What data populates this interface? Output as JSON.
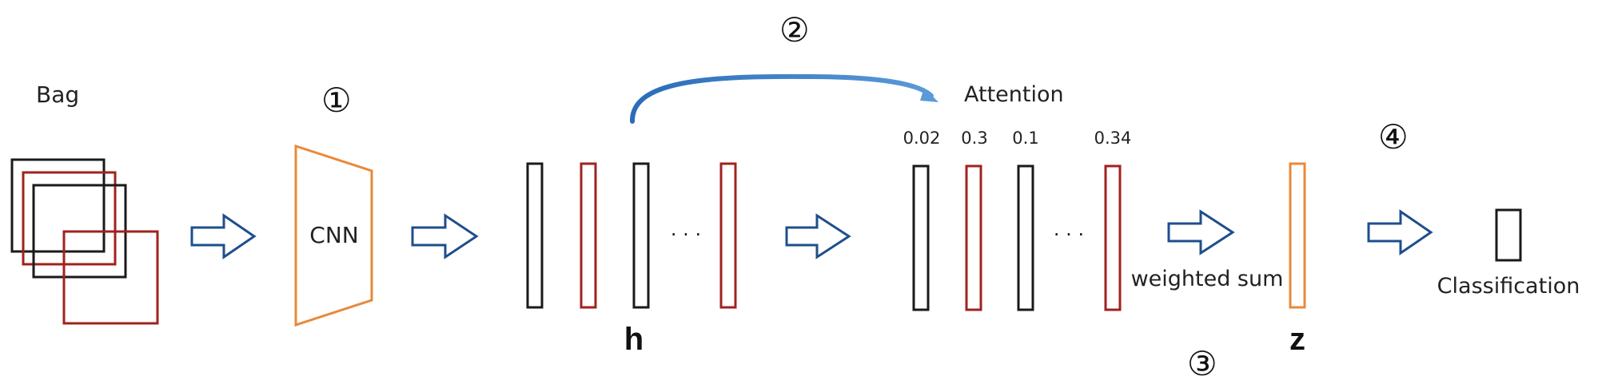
{
  "labels": {
    "bag": "Bag",
    "cnn": "CNN",
    "attention": "Attention",
    "h": "h",
    "z": "z",
    "weighted_sum": "weighted sum",
    "classification": "Classification",
    "ellipsis_1": "· · ·",
    "ellipsis_2": "· · ·"
  },
  "steps": {
    "step1": "①",
    "step2": "②",
    "step3": "③",
    "step4": "④"
  },
  "attention_weights": [
    "0.02",
    "0.3",
    "0.1",
    "0.34"
  ],
  "colors": {
    "black": "#1a1a1a",
    "red": "#a0221e",
    "orange": "#e8893a",
    "arrow_outline": "#1f4e8c",
    "curved_arrow": "#3a7cc4"
  }
}
